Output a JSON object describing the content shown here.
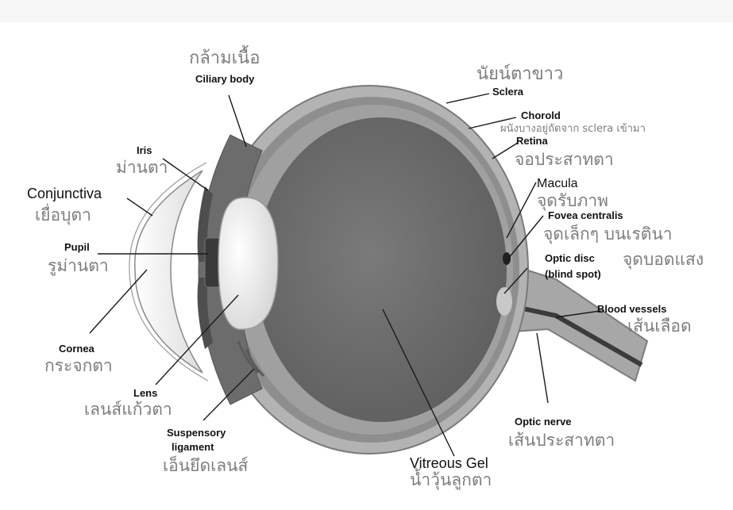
{
  "colors": {
    "background": "#ffffff",
    "sclera": "#a9a9a9",
    "choroid": "#8f8f8f",
    "vitreous": "#6f6f6f",
    "lens": "#ebebeb",
    "cornea": "#f2f2f2",
    "thai_text": "#7d7d7d",
    "english_text": "#111111"
  },
  "labels": {
    "ciliary_body": {
      "en": "Ciliary body",
      "th": "กล้ามเนื้อ"
    },
    "sclera": {
      "en": "Sclera",
      "th": "นัยน์ตาขาว"
    },
    "choroid": {
      "en": "Chorold",
      "th": "ผนังบางอยู่ถัดจาก sclera เข้ามา"
    },
    "retina": {
      "en": "Retina",
      "th": "จอประสาทตา"
    },
    "macula": {
      "en": "Macula",
      "th": "จุดรับภาพ"
    },
    "fovea": {
      "en": "Fovea centralis",
      "th": "จุดเล็กๆ บนเรตินา"
    },
    "optic_disc": {
      "en1": "Optic disc",
      "en2": "(blind spot)",
      "th": "จุดบอดแสง"
    },
    "blood_vessels": {
      "en": "Blood vessels",
      "th": "เส้นเลือด"
    },
    "optic_nerve": {
      "en": "Optic nerve",
      "th": "เส้นประสาทตา"
    },
    "vitreous_gel": {
      "en": "Vitreous Gel",
      "th": "น้ำวุ้นลูกตา"
    },
    "suspensory_ligament": {
      "en1": "Suspensory",
      "en2": "ligament",
      "th": "เอ็นยึดเลนส์"
    },
    "lens": {
      "en": "Lens",
      "th": "เลนส์แก้วตา"
    },
    "cornea": {
      "en": "Cornea",
      "th": "กระจกตา"
    },
    "pupil": {
      "en": "Pupil",
      "th": "รูม่านตา"
    },
    "conjunctiva": {
      "en": "Conjunctiva",
      "th": "เยื่อบุตา"
    },
    "iris": {
      "en": "Iris",
      "th": "ม่านตา"
    }
  }
}
